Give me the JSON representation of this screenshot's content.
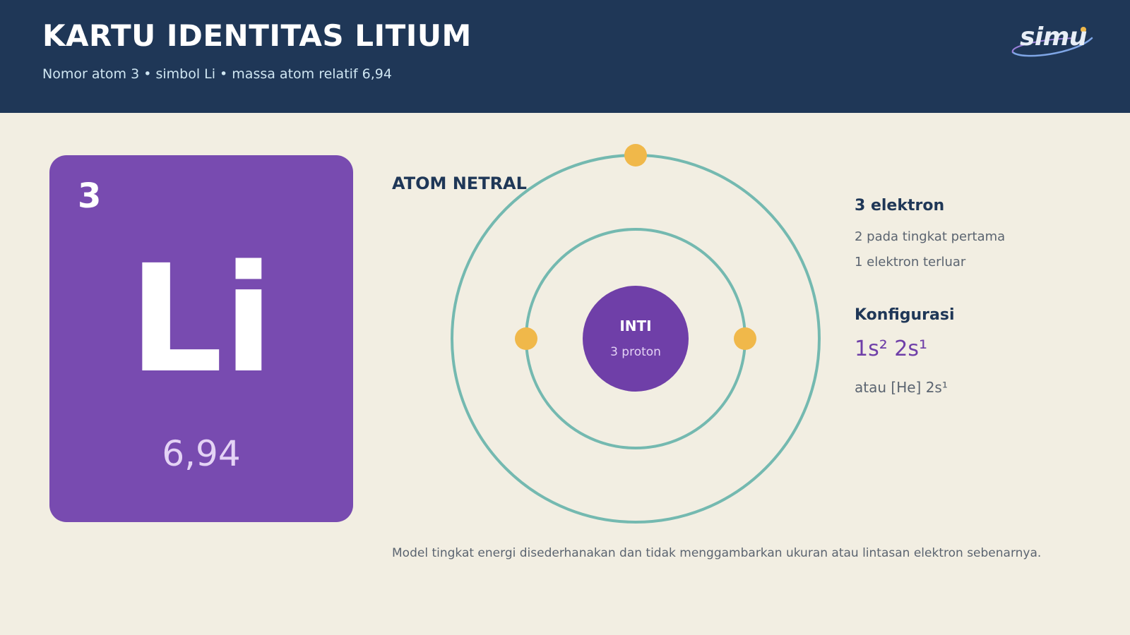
{
  "header": {
    "title": "KARTU IDENTITAS LITIUM",
    "subtitle": "Nomor atom 3 • simbol Li • massa atom relatif 6,94",
    "logo_text": "simu",
    "bg_color": "#1f3757"
  },
  "element_card": {
    "atomic_number": "3",
    "symbol": "Li",
    "atomic_mass": "6,94",
    "color": "#784bb0"
  },
  "diagram": {
    "label": "ATOM NETRAL",
    "nucleus": {
      "title": "INTI",
      "subtitle": "3 proton"
    },
    "shells": [
      {
        "level": 1,
        "electrons": 2
      },
      {
        "level": 2,
        "electrons": 1
      }
    ],
    "colors": {
      "orbit": "#74b9b0",
      "electron": "#f0b84a",
      "nucleus": "#6f3fa8"
    }
  },
  "info": {
    "electron_heading": "3 elektron",
    "electron_line1": "2 pada tingkat pertama",
    "electron_line2": "1 elektron terluar",
    "config_heading": "Konfigurasi",
    "config_value": "1s² 2s¹",
    "config_alt": "atau [He] 2s¹"
  },
  "footer_note": "Model tingkat energi disederhanakan dan tidak menggambarkan ukuran atau lintasan elektron sebenarnya."
}
